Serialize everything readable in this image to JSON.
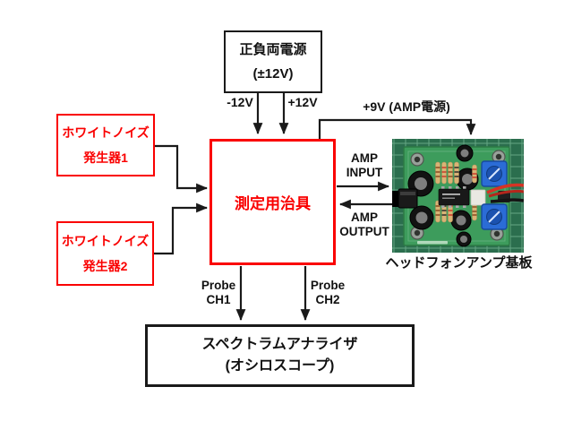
{
  "colors": {
    "accent_red": "#fa0000",
    "line_black": "#1a1a1a",
    "pcb_green": "#3d9c5c",
    "mat_green": "#2b6e4e",
    "trimpot_blue": "#2b6cd6"
  },
  "power_supply": {
    "line1": "正負両電源",
    "line2": "(±12V)",
    "neg_label": "-12V",
    "pos_label": "+12V"
  },
  "amp_power_label": "+9V (AMP電源)",
  "noise_gen1": {
    "line1": "ホワイトノイズ",
    "line2": "発生器1"
  },
  "noise_gen2": {
    "line1": "ホワイトノイズ",
    "line2": "発生器2"
  },
  "jig": {
    "label": "測定用治具"
  },
  "amp_input": {
    "line1": "AMP",
    "line2": "INPUT"
  },
  "amp_output": {
    "line1": "AMP",
    "line2": "OUTPUT"
  },
  "board_caption": "ヘッドフォンアンプ基板",
  "probe1": {
    "line1": "Probe",
    "line2": "CH1"
  },
  "probe2": {
    "line1": "Probe",
    "line2": "CH2"
  },
  "analyzer": {
    "line1": "スペクトラムアナライザ",
    "line2": "(オシロスコープ)"
  }
}
